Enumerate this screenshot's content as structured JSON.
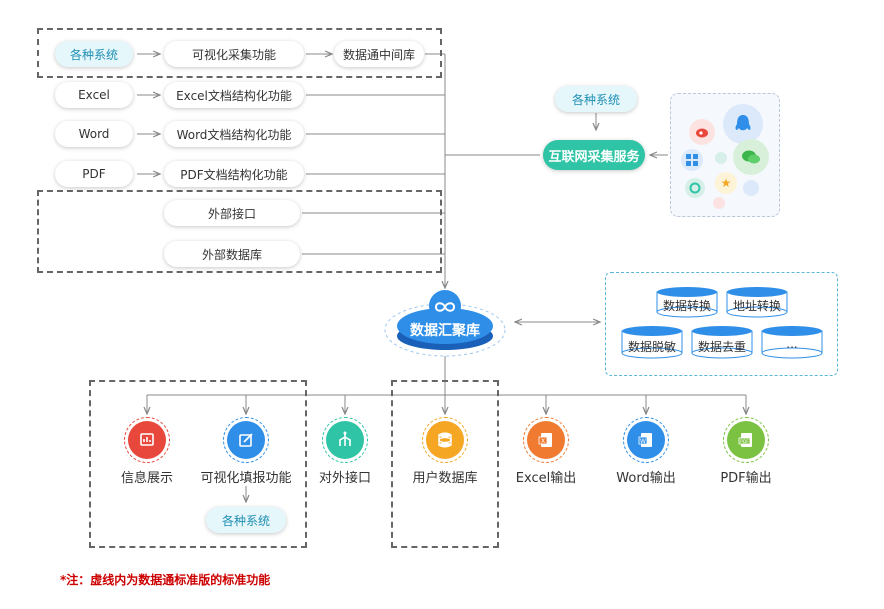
{
  "top_row": {
    "source": "各种系统",
    "visual_collect": "可视化采集功能",
    "middle_db": "数据通中间库"
  },
  "docs": [
    {
      "type": "Excel",
      "func": "Excel文档结构化功能"
    },
    {
      "type": "Word",
      "func": "Word文档结构化功能"
    },
    {
      "type": "PDF",
      "func": "PDF文档结构化功能"
    }
  ],
  "external": {
    "api": "外部接口",
    "db": "外部数据库"
  },
  "internet": {
    "source": "各种系统",
    "service": "互联网采集服务"
  },
  "hub": {
    "label": "数据汇聚库"
  },
  "processing": [
    "数据转换",
    "地址转换",
    "数据脱敏",
    "数据去重",
    "..."
  ],
  "outputs": [
    {
      "label": "信息展示",
      "icon": "chart-icon",
      "color": "#e8483c"
    },
    {
      "label": "可视化填报功能",
      "icon": "edit-icon",
      "color": "#2f8fe8"
    },
    {
      "label": "对外接口",
      "icon": "api-icon",
      "color": "#2ec4a5"
    },
    {
      "label": "用户数据库",
      "icon": "database-icon",
      "color": "#f5a623"
    },
    {
      "label": "Excel输出",
      "icon": "excel-icon",
      "color": "#f07a30"
    },
    {
      "label": "Word输出",
      "icon": "word-icon",
      "color": "#2f8fe8"
    },
    {
      "label": "PDF输出",
      "icon": "pdf-icon",
      "color": "#7cc242"
    }
  ],
  "fill_target": "各种系统",
  "note": "*注：虚线内为数据通标准版的标准功能",
  "colors": {
    "cyan": "#1f8fb3",
    "green": "#2ec4a5",
    "hub": "#1f7fe0",
    "dash": "#666666"
  }
}
